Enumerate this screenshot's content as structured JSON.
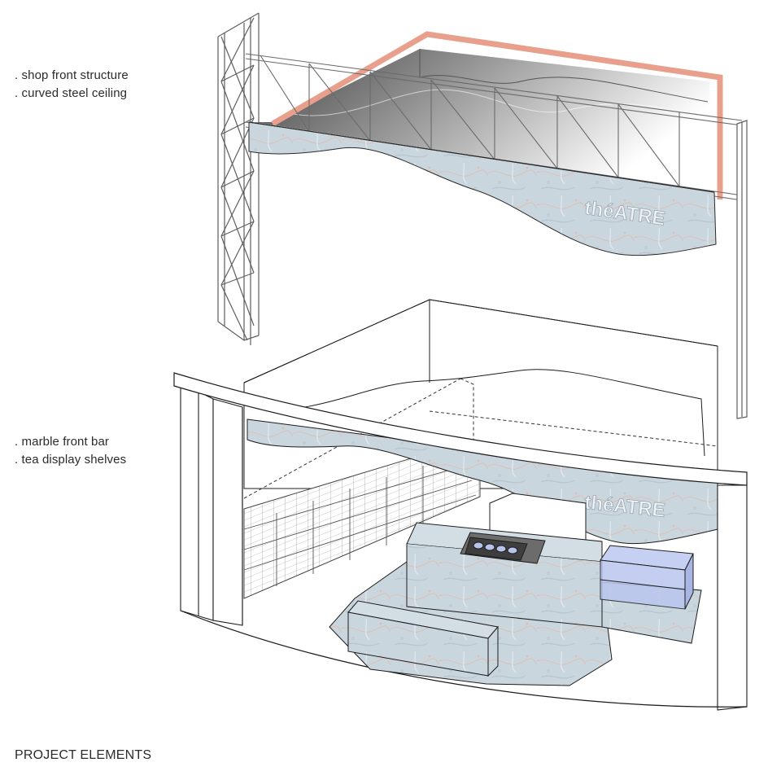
{
  "top_labels": [
    ". shop front structure",
    ". curved steel ceiling"
  ],
  "bottom_labels": [
    ". marble front bar",
    ". tea display shelves"
  ],
  "sign_text": "théATRE",
  "footer_title": "PROJECT ELEMENTS",
  "colors": {
    "marble": "#cdd8df",
    "marble_vein": "#d8b7a8",
    "frame_accent": "#e49a86",
    "line": "#1c1c1c",
    "truss": "#6e6e6e",
    "glass": "#b9c6ee"
  }
}
